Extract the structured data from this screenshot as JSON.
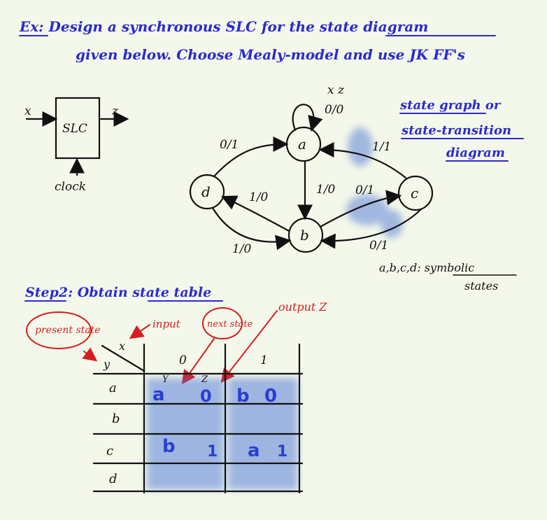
{
  "title": {
    "line1": "Ex: Design a synchronous SLC for the state diagram",
    "line2": "given below. Choose Mealy-model and use JK FF's"
  },
  "block": {
    "label": "SLC",
    "input": "x",
    "output": "z",
    "clock": "clock"
  },
  "graph": {
    "xz_header": "x z",
    "states": [
      "a",
      "b",
      "c",
      "d"
    ],
    "edge_labels": {
      "a_self": "0/0",
      "d_to_a": "0/1",
      "c_to_a": "1/1",
      "a_to_b": "1/0",
      "b_to_d": "1/0",
      "d_to_b": "1/0",
      "b_to_c": "0/1",
      "c_to_b": "0/1"
    }
  },
  "side_notes": {
    "graph_name_1": "state graph or",
    "graph_name_2": "state-transition",
    "graph_name_3": "diagram",
    "symbolic_1": "a,b,c,d: symbolic",
    "symbolic_2": "states"
  },
  "step2": {
    "heading": "Step2: Obtain state table",
    "annotations": {
      "present_state": "present state",
      "input": "input",
      "next_state": "next state",
      "output": "output Z"
    },
    "table": {
      "corner_x": "x",
      "corner_y": "y",
      "col_headers": [
        "0",
        "1"
      ],
      "sub_headers": [
        "Y",
        "Z"
      ],
      "rows": [
        {
          "state": "a",
          "c0_next": "a",
          "c0_out": "0",
          "c1_next": "b",
          "c1_out": "0"
        },
        {
          "state": "b",
          "c0_next": "",
          "c0_out": "",
          "c1_next": "",
          "c1_out": ""
        },
        {
          "state": "c",
          "c0_next": "b",
          "c0_out": "1",
          "c1_next": "a",
          "c1_out": "1"
        },
        {
          "state": "d",
          "c0_next": "",
          "c0_out": "",
          "c1_next": "",
          "c1_out": ""
        }
      ]
    }
  }
}
